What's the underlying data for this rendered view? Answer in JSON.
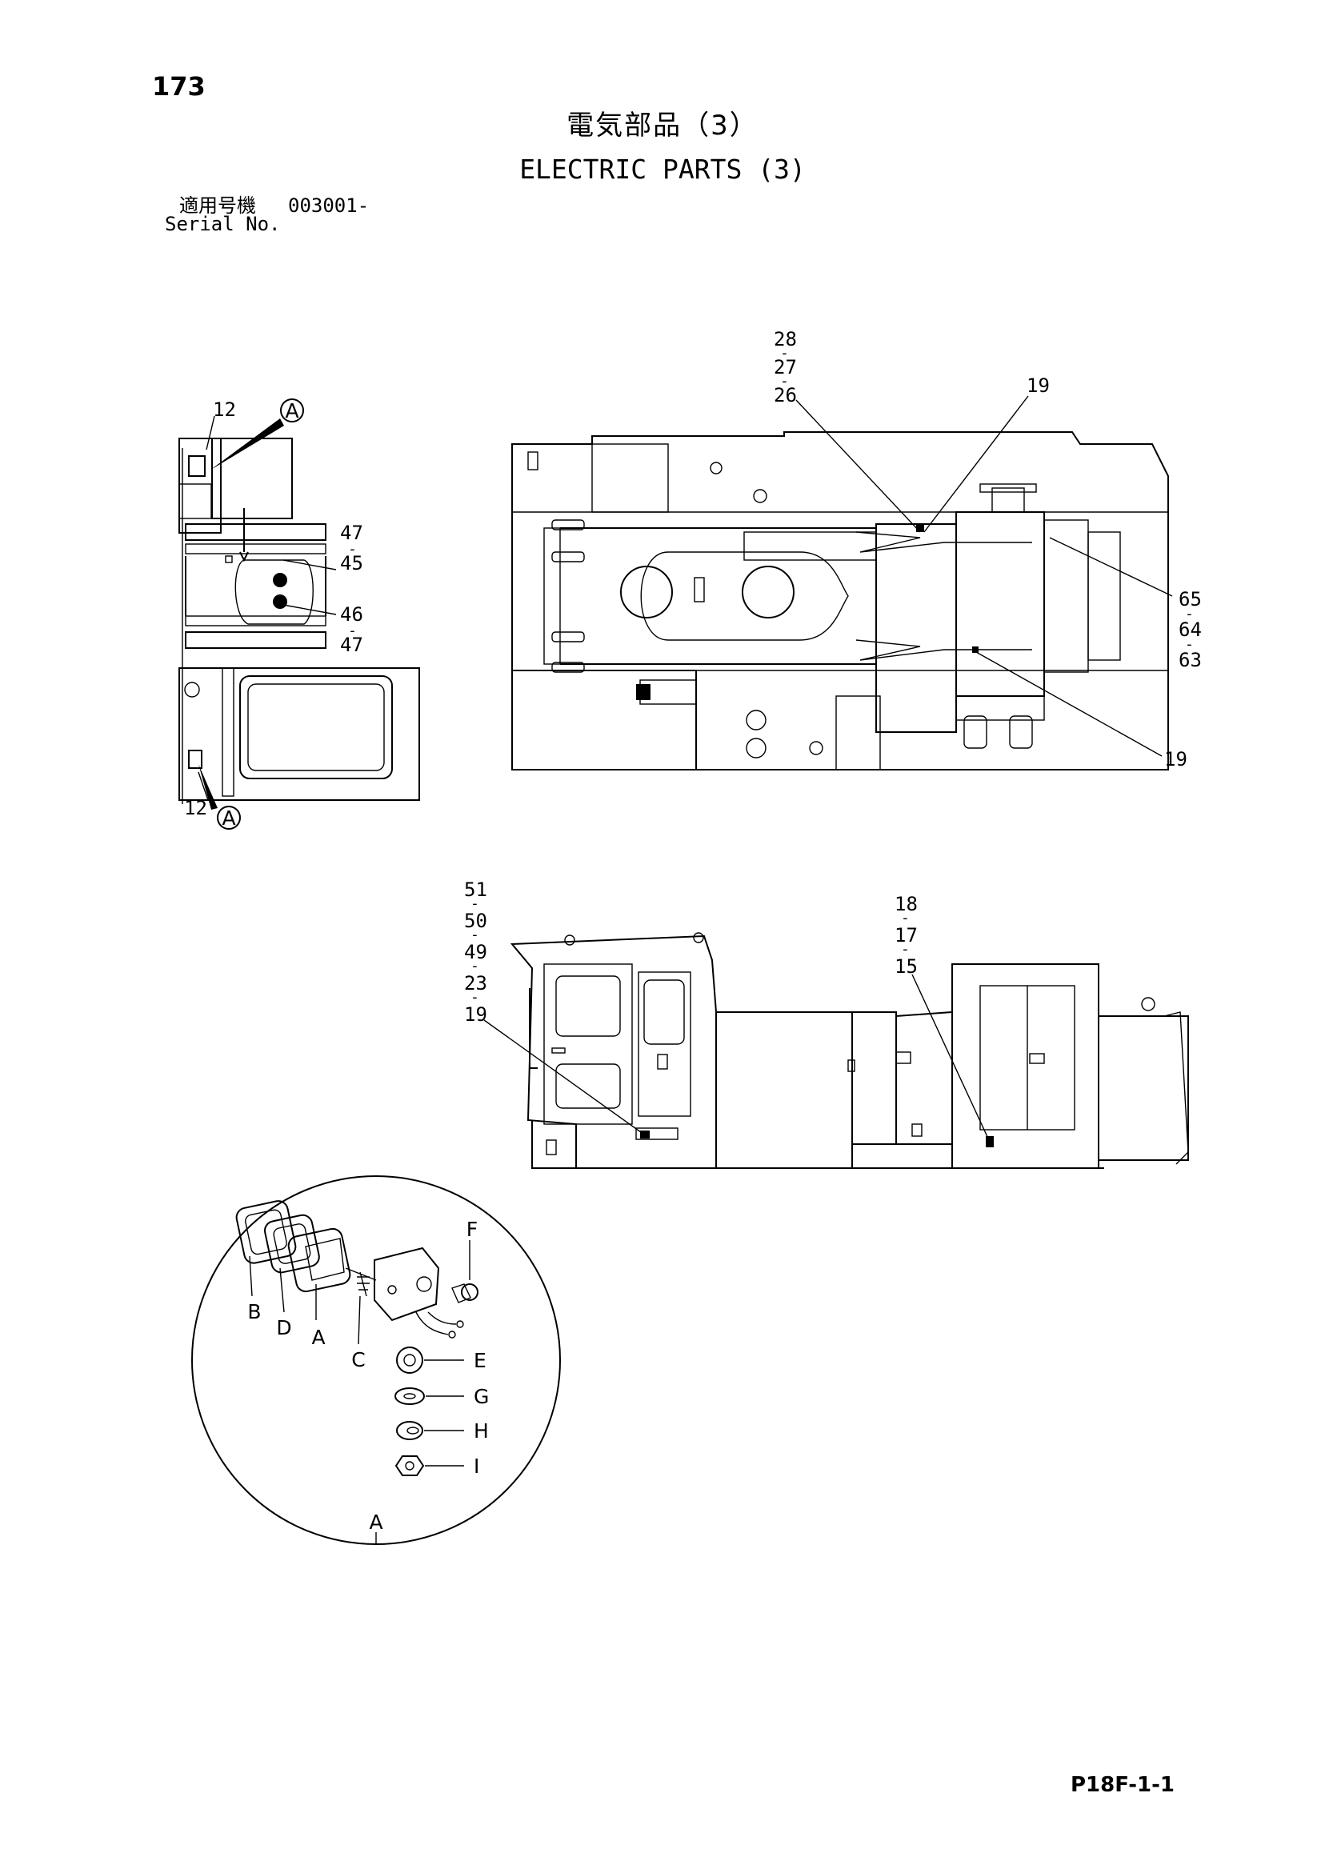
{
  "page_number": "173",
  "title_jp": "電気部品（3）",
  "title_en": "ELECTRIC PARTS (3)",
  "serial_label_jp": "適用号機",
  "serial_value": "003001-",
  "serial_label_en": "Serial No.",
  "page_code": "P18F-1-1",
  "views": {
    "left": {
      "labels": [
        "12",
        "47",
        "45",
        "46",
        "47",
        "12"
      ],
      "detail_ref": "A",
      "dash": "-"
    },
    "top": {
      "labels": [
        "28",
        "27",
        "26",
        "19",
        "65",
        "64",
        "63",
        "19"
      ],
      "dash": "-"
    },
    "side": {
      "labels": [
        "51",
        "50",
        "49",
        "23",
        "19",
        "18",
        "17",
        "15"
      ],
      "dash": "-"
    },
    "detail": {
      "name": "A",
      "parts": [
        "B",
        "D",
        "A",
        "C",
        "F",
        "E",
        "G",
        "H",
        "I"
      ]
    }
  }
}
